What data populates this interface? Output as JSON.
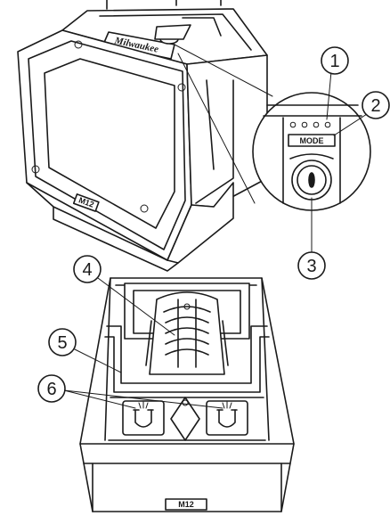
{
  "callouts": [
    "1",
    "2",
    "3",
    "4",
    "5",
    "6"
  ],
  "labels": {
    "mode": "MODE",
    "brand": "Milwaukee",
    "model_top": "M12",
    "model_bottom": "M12"
  }
}
